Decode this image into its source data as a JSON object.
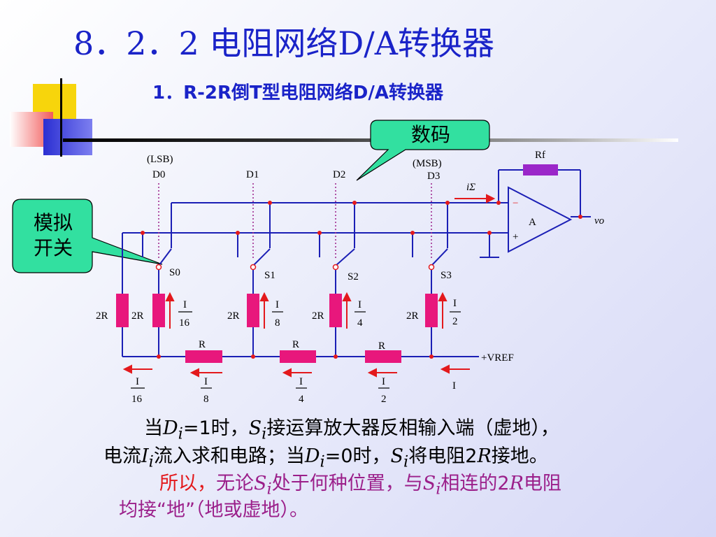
{
  "slide": {
    "title": "8．2．2 电阻网络D/A转换器",
    "subtitle": "1．R-2R倒T型电阻网络D/A转换器"
  },
  "callouts": {
    "digital": "数码",
    "switch_line1": "模拟",
    "switch_line2": "开关"
  },
  "circuit": {
    "lsb": "(LSB)",
    "msb": "(MSB)",
    "digits": [
      "D0",
      "D1",
      "D2",
      "D3"
    ],
    "switches": [
      "S0",
      "S1",
      "S2",
      "S3"
    ],
    "r2_label": "2R",
    "r_label": "R",
    "rf_label": "Rf",
    "opamp_label": "A",
    "minus": "−",
    "plus": "+",
    "vo": "vo",
    "isum": "iΣ",
    "vref": "+VREF",
    "branch_currents": [
      {
        "num": "I",
        "den": "16"
      },
      {
        "num": "I",
        "den": "8"
      },
      {
        "num": "I",
        "den": "4"
      },
      {
        "num": "I",
        "den": "2"
      }
    ],
    "bottom_currents": [
      {
        "num": "I",
        "den": "16"
      },
      {
        "num": "I",
        "den": "8"
      },
      {
        "num": "I",
        "den": "4"
      },
      {
        "num": "I",
        "den": "2"
      },
      {
        "num": "I",
        "den": ""
      }
    ]
  },
  "text": {
    "line1_a": "当",
    "line1_D": "D",
    "line1_i": "i",
    "line1_b": "=1时，",
    "line1_S": "S",
    "line1_si": "i",
    "line1_c": "接运算放大器反相输入端（虚地），",
    "line2_a": "电流",
    "line2_I": "I",
    "line2_i": "i",
    "line2_b": "流入求和电路；当",
    "line2_D": "D",
    "line2_di": "i",
    "line2_c": "=0时，",
    "line2_S": "S",
    "line2_si": "i",
    "line2_d": "将电阻2",
    "line2_R": "R",
    "line2_e": "接地。",
    "line3_a": "所以，",
    "line3_b": "无论",
    "line3_S": "S",
    "line3_i": "i",
    "line3_c": "处于何种位置，与",
    "line3_S2": "S",
    "line3_i2": "i",
    "line3_d": "相连的2",
    "line3_R": "R",
    "line3_e": "电阻",
    "line4": "均接“地”（地或虚地）。"
  },
  "colors": {
    "title": "#1a23c8",
    "wire": "#1b1fb5",
    "resistor": "#e8177c",
    "rf": "#9b27c9",
    "arrow": "#e3191c",
    "callout": "#32e0a0",
    "highlight": "#e3191c",
    "emphasis": "#9b1f8a"
  }
}
